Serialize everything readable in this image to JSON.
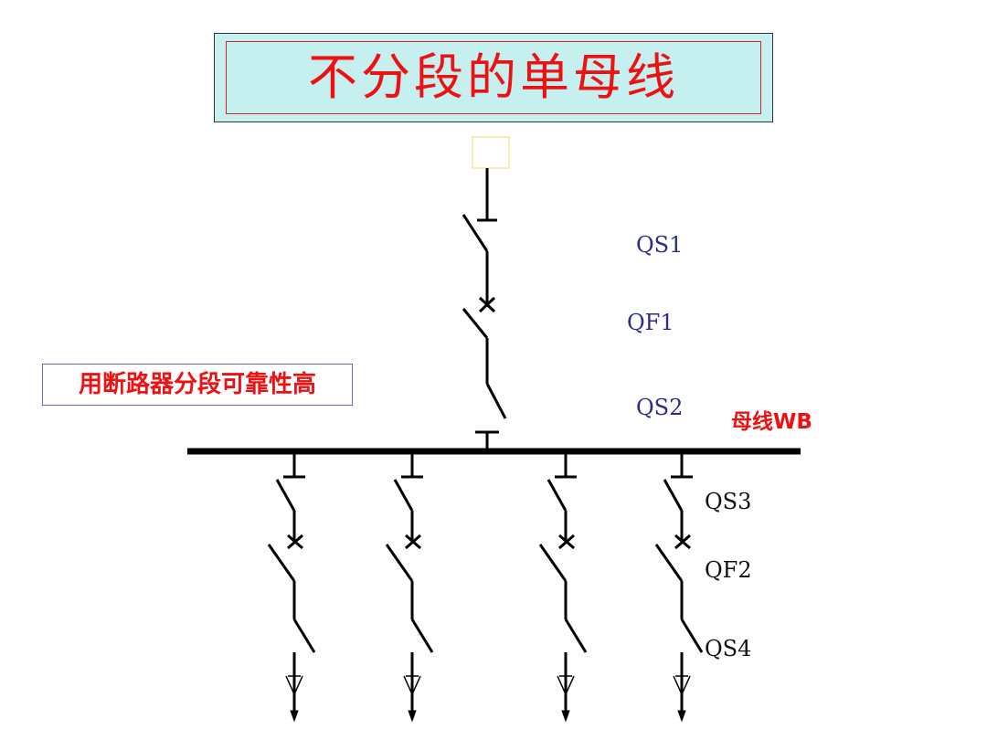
{
  "title": "不分段的单母线",
  "note": "用断路器分段可靠性高",
  "labels": {
    "qs1": "QS1",
    "qf1": "QF1",
    "qs2": "QS2",
    "busbar": "母线WB",
    "qs3": "QS3",
    "qf2": "QF2",
    "qs4": "QS4"
  },
  "colors": {
    "title_bg": "#c6efef",
    "title_text": "#ee1111",
    "label_blue": "#2c2c8a",
    "line": "#000000"
  }
}
